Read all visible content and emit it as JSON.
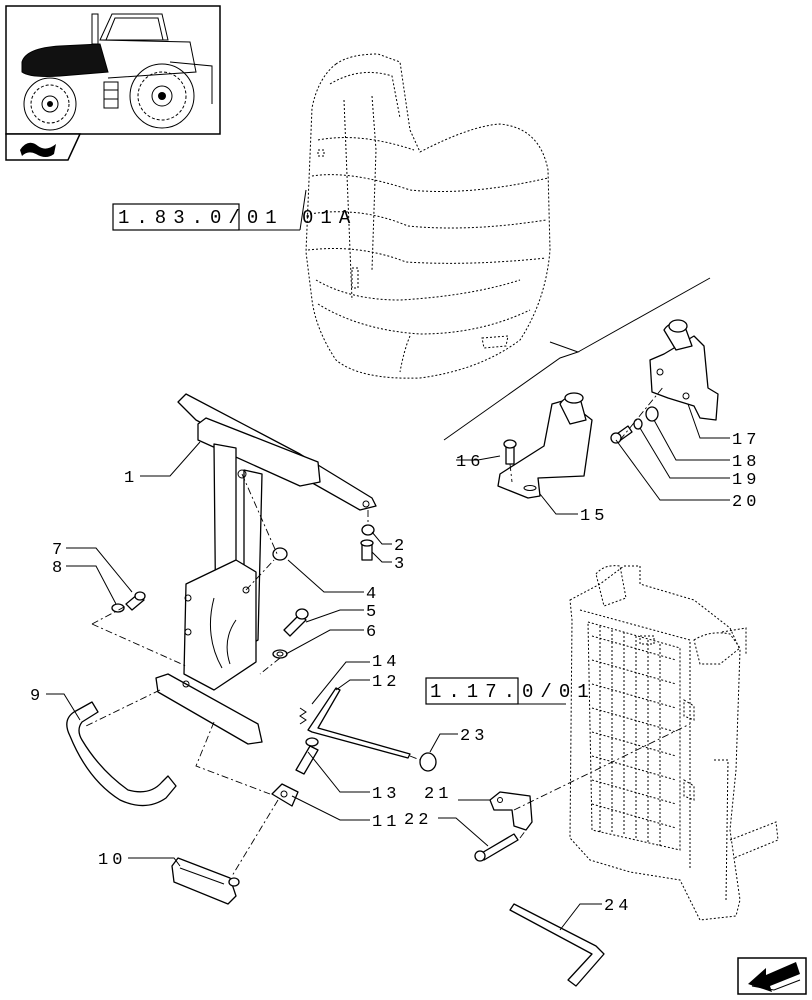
{
  "callouts": {
    "c1": "1",
    "c2": "2",
    "c3": "3",
    "c4": "4",
    "c5": "5",
    "c6": "6",
    "c7": "7",
    "c8": "8",
    "c9": "9",
    "c10": "10",
    "c11": "11",
    "c12": "12",
    "c13": "13",
    "c14": "14",
    "c15": "15",
    "c16": "16",
    "c17": "17",
    "c18": "18",
    "c19": "19",
    "c20": "20",
    "c21": "21",
    "c22": "22",
    "c23": "23",
    "c24": "24"
  },
  "references": {
    "hood_ref": "1.83.0/01 01A",
    "radiator_ref": "1.17.0/01"
  },
  "icons": {
    "thumbnail": "tractor-thumbnail-icon",
    "section": "section-symbol-icon",
    "navigation": "next-page-arrow-icon"
  }
}
